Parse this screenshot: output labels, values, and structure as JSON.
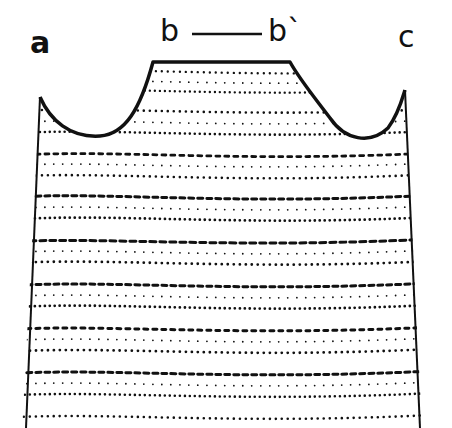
{
  "diagram": {
    "labels": [
      "a",
      "b",
      "b`",
      "c"
    ]
  }
}
